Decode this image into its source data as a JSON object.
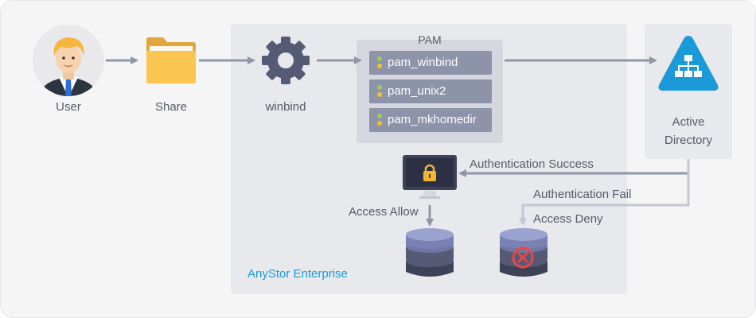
{
  "nodes": {
    "user": "User",
    "share": "Share",
    "winbind": "winbind",
    "active_directory_line1": "Active",
    "active_directory_line2": "Directory"
  },
  "pam": {
    "title": "PAM",
    "modules": [
      "pam_winbind",
      "pam_unix2",
      "pam_mkhomedir"
    ]
  },
  "container": {
    "name": "AnyStor Enterprise"
  },
  "edges": {
    "auth_success": "Authentication Success",
    "auth_fail": "Authentication Fail",
    "access_allow": "Access Allow",
    "access_deny": "Access Deny"
  },
  "icons": {
    "user": "user-avatar-icon",
    "share": "folder-icon",
    "winbind": "gear-icon",
    "active_directory": "active-directory-icon",
    "monitor": "monitor-lock-icon",
    "storage_allow": "database-icon",
    "storage_deny": "database-denied-icon"
  },
  "colors": {
    "accent_blue": "#1a9ad6",
    "gear": "#555b75",
    "pam_item": "#8d93a9",
    "arrow": "#8f96a8",
    "fail_line": "#c3c7d3"
  }
}
